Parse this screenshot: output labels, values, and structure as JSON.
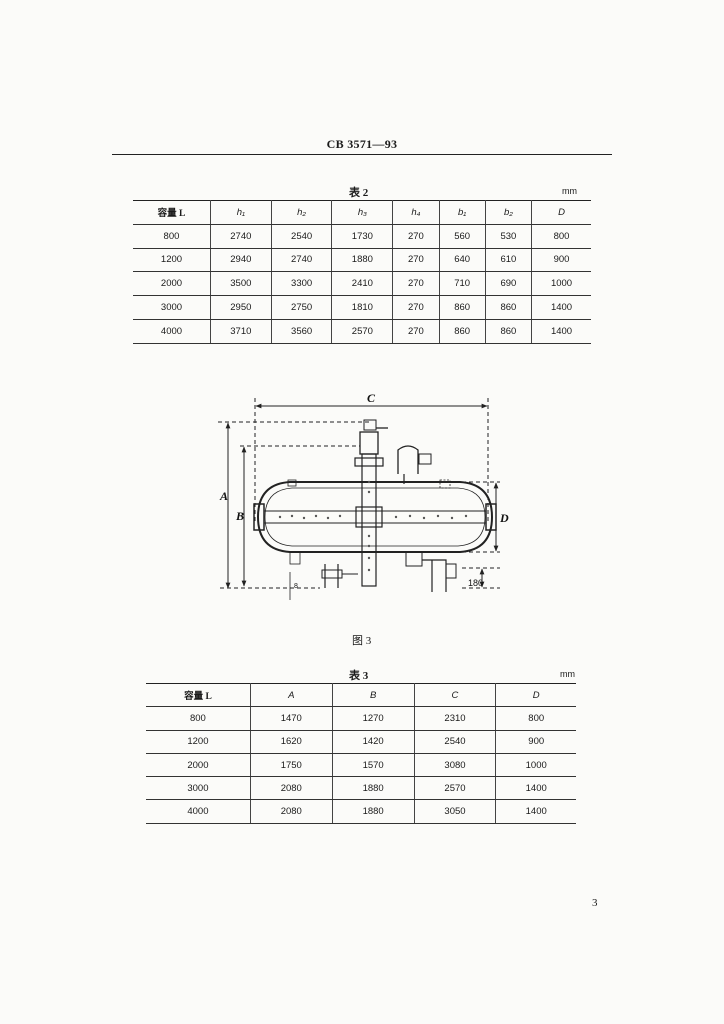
{
  "header": {
    "title": "CB 3571—93"
  },
  "table2": {
    "caption": "表 2",
    "unit": "mm",
    "headers": [
      "容量 L",
      "h₁",
      "h₂",
      "h₃",
      "h₄",
      "b₁",
      "b₂",
      "D"
    ],
    "rows": [
      [
        "800",
        "2740",
        "2540",
        "1730",
        "270",
        "560",
        "530",
        "800"
      ],
      [
        "1200",
        "2940",
        "2740",
        "1880",
        "270",
        "640",
        "610",
        "900"
      ],
      [
        "2000",
        "3500",
        "3300",
        "2410",
        "270",
        "710",
        "690",
        "1000"
      ],
      [
        "3000",
        "2950",
        "2750",
        "1810",
        "270",
        "860",
        "860",
        "1400"
      ],
      [
        "4000",
        "3710",
        "3560",
        "2570",
        "270",
        "860",
        "860",
        "1400"
      ]
    ]
  },
  "figure": {
    "caption": "图 3",
    "labels": {
      "C": "C",
      "A": "A",
      "B": "B",
      "D": "D",
      "dim180": "180",
      "dim8": "8"
    }
  },
  "table3": {
    "caption": "表 3",
    "unit": "mm",
    "headers": [
      "容量 L",
      "A",
      "B",
      "C",
      "D"
    ],
    "rows": [
      [
        "800",
        "1470",
        "1270",
        "2310",
        "800"
      ],
      [
        "1200",
        "1620",
        "1420",
        "2540",
        "900"
      ],
      [
        "2000",
        "1750",
        "1570",
        "3080",
        "1000"
      ],
      [
        "3000",
        "2080",
        "1880",
        "2570",
        "1400"
      ],
      [
        "4000",
        "2080",
        "1880",
        "3050",
        "1400"
      ]
    ]
  },
  "page": {
    "number": "3"
  }
}
